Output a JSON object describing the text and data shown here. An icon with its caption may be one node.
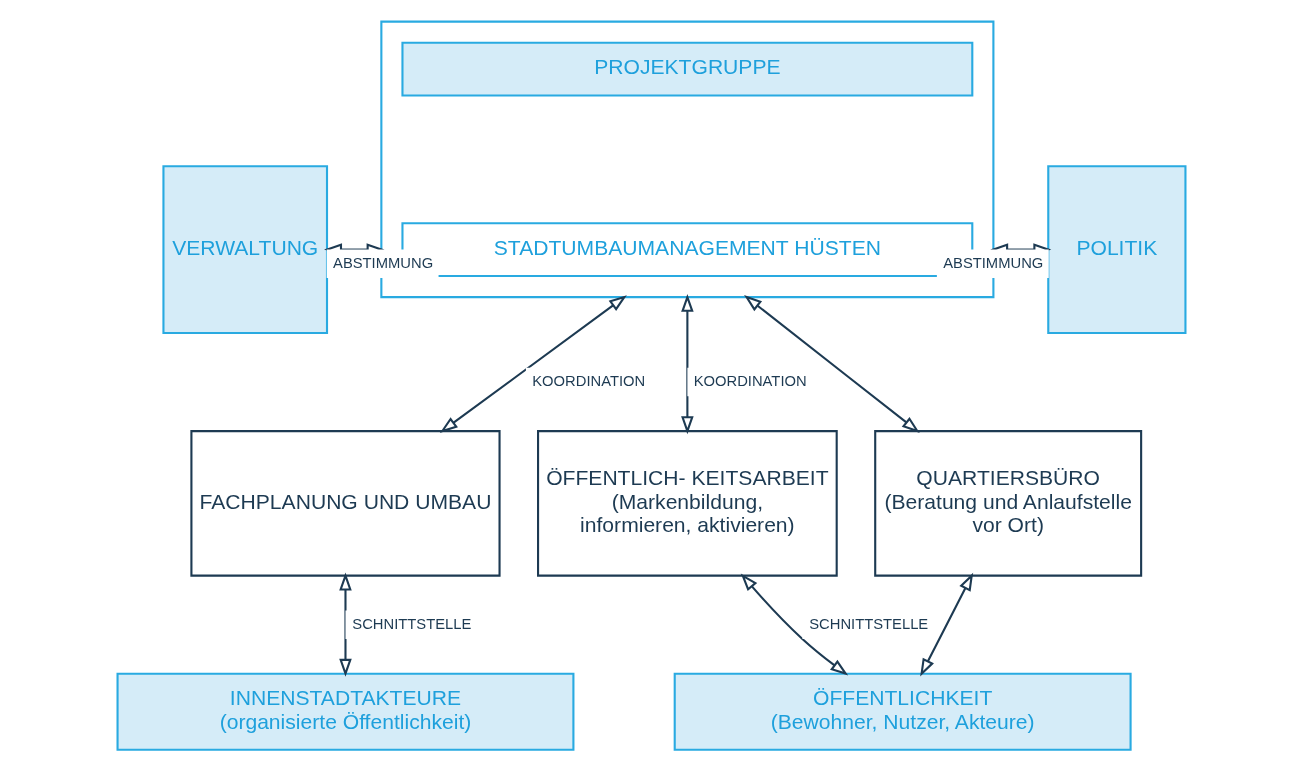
{
  "diagram": {
    "nodes": [
      {
        "text": [
          "VERWALTUNG"
        ]
      },
      {
        "text": [],
        "shape": "box"
      },
      {
        "text": [
          "PROJEKTGRUPPE"
        ],
        "in": 1
      },
      {
        "text": [
          "STADTUMBAUMANAGEMENT HÜSTEN"
        ],
        "in": 1
      },
      {
        "text": [
          "POLITIK"
        ]
      },
      {
        "text": [
          "FACHPLANUNG UND UMBAU"
        ]
      },
      {
        "text": [
          "ÖFFENTLICH- KEITSARBEIT",
          "(Markenbildung, informieren, aktivieren)"
        ]
      },
      {
        "text": [
          "QUARTIERSBÜRO",
          "(Beratung und Anlaufstelle vor Ort)"
        ]
      },
      {
        "text": [
          "INNENSTADTAKTEURE",
          "(organisierte Öffentlichkeit)"
        ]
      },
      {
        "text": [
          "ÖFFENTLICHKEIT",
          "(Bewohner, Nutzer, Akteure)"
        ]
      }
    ],
    "edges": [
      {
        "from": 0,
        "to": 1,
        "arrow": "both",
        "label": "ABSTIMMUNG"
      },
      {
        "from": 1,
        "to": 4,
        "arrow": "both",
        "label": "ABSTIMMUNG"
      },
      {
        "from": 1,
        "to": 5,
        "arrow": "both",
        "label": "KOORDINATION"
      },
      {
        "from": 1,
        "to": 6,
        "arrow": "both",
        "label": "KOORDINATION"
      },
      {
        "from": 1,
        "to": 7,
        "arrow": "both"
      },
      {
        "from": 5,
        "to": 8,
        "arrow": "both",
        "label": "SCHNITTSTELLE"
      },
      {
        "from": 6,
        "to": 9,
        "arrow": "both",
        "label": "SCHNITTSTELLE"
      },
      {
        "from": 7,
        "to": 9,
        "arrow": "both"
      }
    ]
  }
}
